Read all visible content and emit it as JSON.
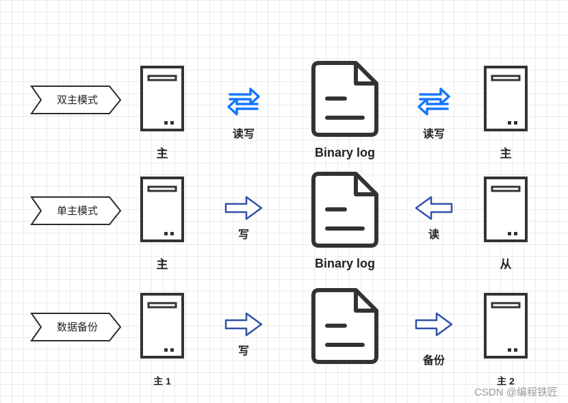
{
  "rows": [
    {
      "tag": "双主模式",
      "left_server_label": "主",
      "left_arrow_type": "bidirectional",
      "left_arrow_label": "读写",
      "log_label": "Binary log",
      "right_arrow_type": "bidirectional",
      "right_arrow_label": "读写",
      "right_server_label": "主"
    },
    {
      "tag": "单主模式",
      "left_server_label": "主",
      "left_arrow_type": "right",
      "left_arrow_label": "写",
      "log_label": "Binary log",
      "right_arrow_type": "left",
      "right_arrow_label": "读",
      "right_server_label": "从"
    },
    {
      "tag": "数据备份",
      "left_server_label": "主 1",
      "left_arrow_type": "right",
      "left_arrow_label": "写",
      "log_label": "",
      "right_arrow_type": "right",
      "right_arrow_label": "备份",
      "right_server_label": "主 2"
    }
  ],
  "watermark": "CSDN @编程铁匠",
  "colors": {
    "icon_stroke": "#333333",
    "tag_stroke": "#2b2b2b",
    "bidirectional_arrow": "#1677ff",
    "outline_arrow": "#2f4fa8",
    "text": "#222222",
    "watermark": "#9a9a9a"
  }
}
